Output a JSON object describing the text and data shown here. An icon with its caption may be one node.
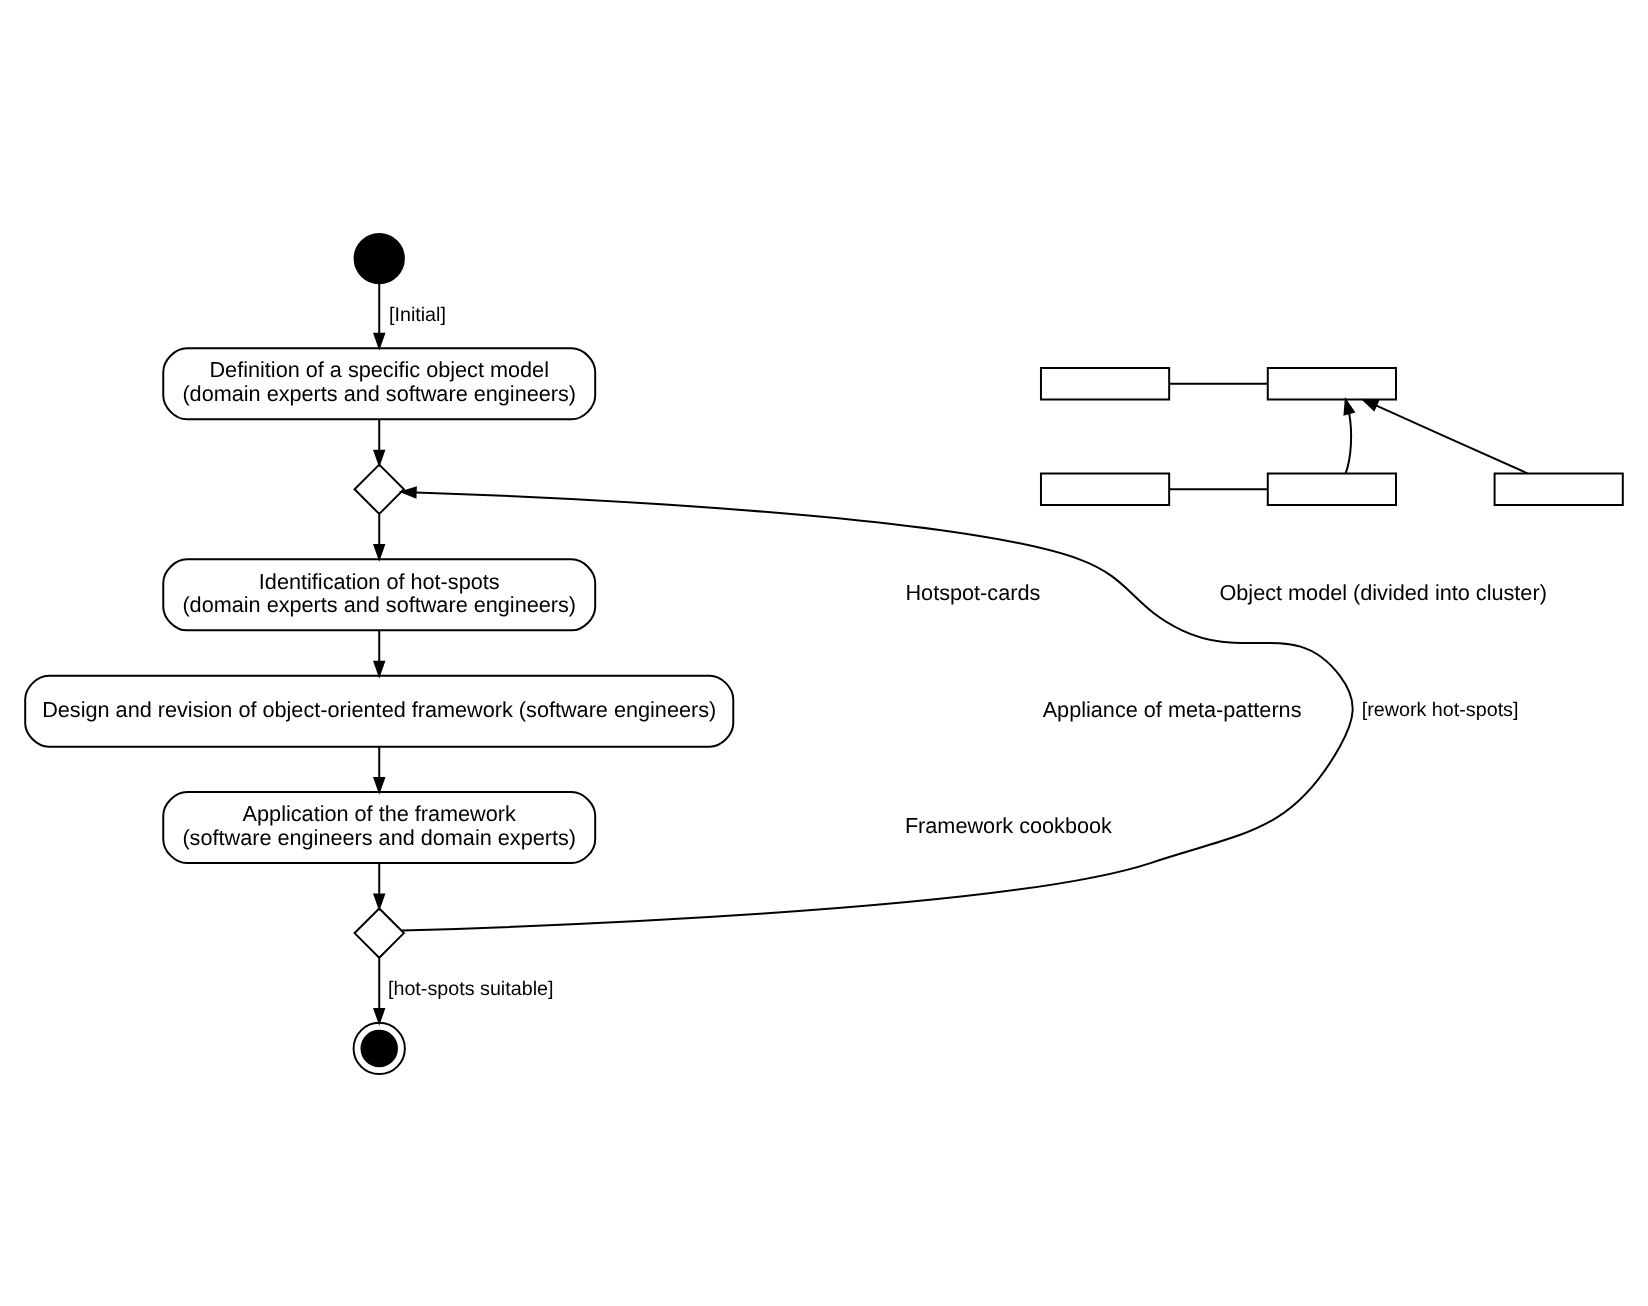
{
  "diagram": {
    "nodes": [
      {
        "text": [],
        "shape": "circle"
      },
      {
        "text": [
          "Definition of a specific object model",
          "(domain experts and software engineers)"
        ]
      },
      {
        "text": [],
        "shape": "diamond"
      },
      {
        "text": [
          "Identification of hot-spots",
          "(domain experts and software engineers)"
        ]
      },
      {
        "text": [
          "Design and revision of object-oriented framework (software engineers)"
        ]
      },
      {
        "text": [
          "Application of the framework",
          "(software engineers and domain experts)"
        ]
      },
      {
        "text": [],
        "shape": "diamond"
      },
      {
        "text": [],
        "shape": "circle"
      },
      {
        "text": [],
        "shape": "box"
      },
      {
        "text": [],
        "shape": "box"
      },
      {
        "text": [],
        "shape": "box"
      },
      {
        "text": [],
        "shape": "box"
      },
      {
        "text": [],
        "shape": "box"
      }
    ],
    "edges": [
      {
        "from": 0,
        "to": 1,
        "arrow": "to",
        "label": "[Initial]"
      },
      {
        "from": 1,
        "to": 2,
        "arrow": "to"
      },
      {
        "from": 2,
        "to": 3,
        "arrow": "to"
      },
      {
        "from": 3,
        "to": 4,
        "arrow": "to"
      },
      {
        "from": 4,
        "to": 5,
        "arrow": "to"
      },
      {
        "from": 5,
        "to": 6,
        "arrow": "to"
      },
      {
        "from": 6,
        "to": 2,
        "arrow": "to",
        "label": "[rework hot-spots]"
      },
      {
        "from": 6,
        "to": 7,
        "arrow": "to",
        "label": "[hot-spots suitable]"
      },
      {
        "from": 8,
        "to": 9,
        "arrow": "none"
      },
      {
        "from": 10,
        "to": 11,
        "arrow": "none"
      },
      {
        "from": 11,
        "to": 9,
        "arrow": "to"
      },
      {
        "from": 12,
        "to": 9,
        "arrow": "to"
      }
    ],
    "labels": [
      "Object model (divided into cluster)",
      "Hotspot-cards",
      "Appliance of meta-patterns",
      "Framework cookbook"
    ]
  }
}
